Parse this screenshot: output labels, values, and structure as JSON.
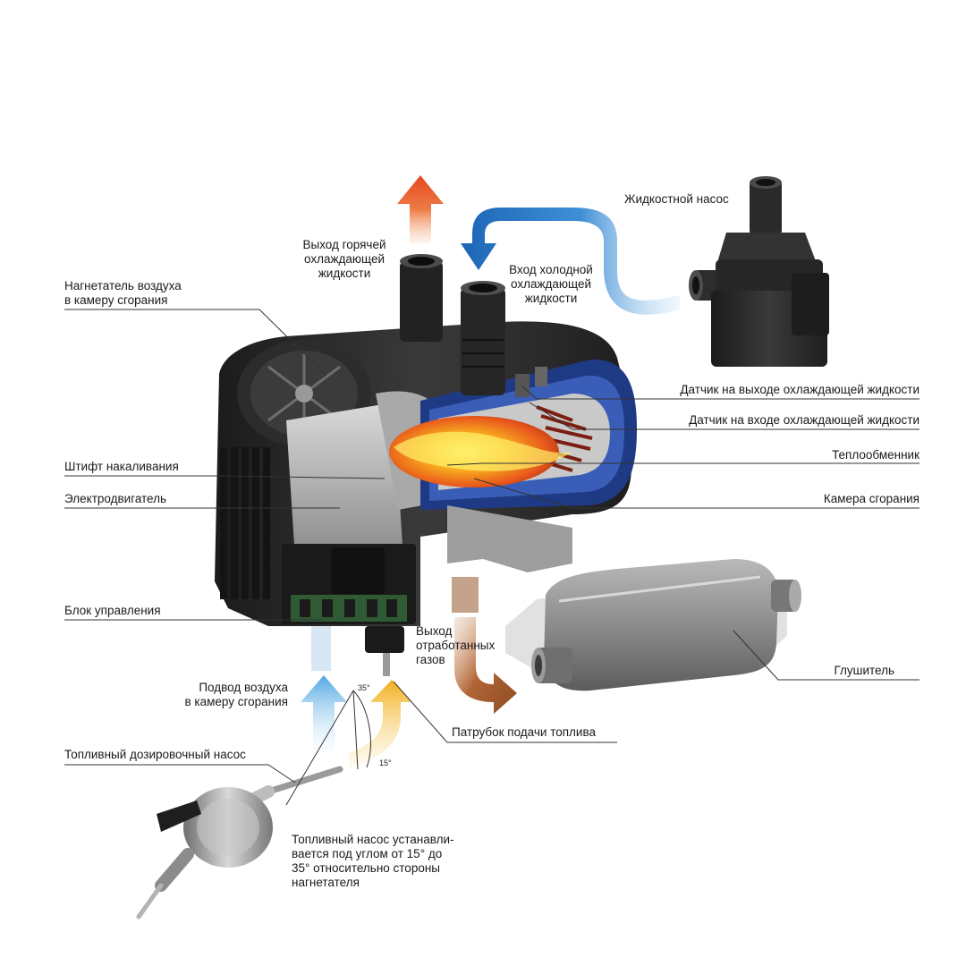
{
  "labels": {
    "hot_outlet": [
      "Выход горячей",
      "охлаждающей",
      "жидкости"
    ],
    "cold_inlet": [
      "Вход холодной",
      "охлаждающей",
      "жидкости"
    ],
    "liquid_pump": "Жидкостной насос",
    "air_blower": [
      "Нагнетатель воздуха",
      "в камеру сгорания"
    ],
    "outlet_sensor": "Датчик на выходе охлаждающей жидкости",
    "inlet_sensor": "Датчик на входе охлаждающей жидкости",
    "heat_exchanger": "Теплообменник",
    "glow_pin": "Штифт накаливания",
    "motor": "Электродвигатель",
    "combustion_chamber": "Камера сгорания",
    "control_unit": "Блок управления",
    "exhaust": [
      "Выход",
      "отработанных",
      "газов"
    ],
    "muffler": "Глушитель",
    "air_inlet": [
      "Подвод воздуха",
      "в камеру сгорания"
    ],
    "fuel_pipe": "Патрубок подачи топлива",
    "dosing_pump": "Топливный дозировочный насос",
    "angle_35": "35°",
    "angle_15": "15°",
    "note": [
      "Топливный насос устанавли-",
      "вается под углом от 15° до",
      "35° относительно стороны",
      "нагнетателя"
    ]
  },
  "colors": {
    "hot_arrow": "#e8572a",
    "cold_arrow": "#1f6fc0",
    "air_arrow": "#5aaee4",
    "fuel_arrow": "#f3b62b",
    "exhaust_arrow": "#a3572a",
    "flame": "#f7a21b",
    "heater_body": "#2b2b2b",
    "pointer_line": "#333333"
  }
}
